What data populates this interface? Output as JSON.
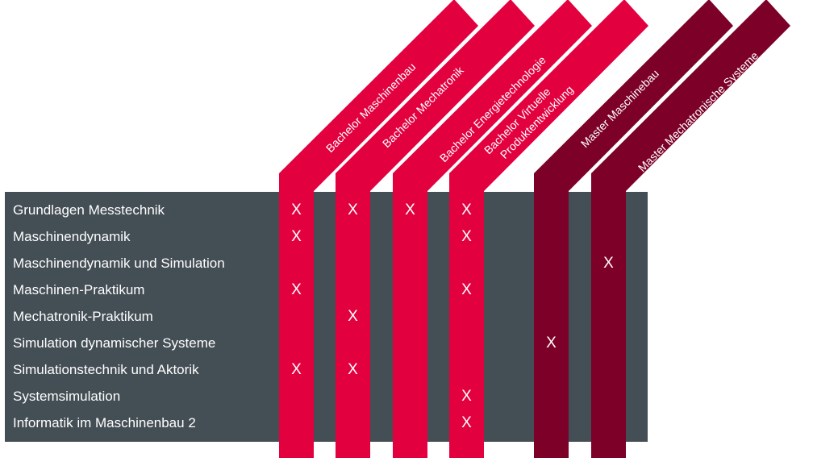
{
  "colors": {
    "panel": "#444e55",
    "bachelor": "#e3003f",
    "master": "#7c0028",
    "text": "#ffffff"
  },
  "courses": [
    "Grundlagen Messtechnik",
    "Maschinendynamik",
    "Maschinendynamik und Simulation",
    "Maschinen-Praktikum",
    "Mechatronik-Praktikum",
    "Simulation dynamischer Systeme",
    "Simulationstechnik und Aktorik",
    "Systemsimulation",
    "Informatik im Maschinenbau 2"
  ],
  "programs": [
    {
      "label_lines": [
        "Bachelor Maschinenbau"
      ],
      "level": "bachelor",
      "marked_courses": [
        0,
        1,
        3,
        6
      ]
    },
    {
      "label_lines": [
        "Bachelor Mechatronik"
      ],
      "level": "bachelor",
      "marked_courses": [
        0,
        4,
        6
      ]
    },
    {
      "label_lines": [
        "Bachelor Energietechnologie"
      ],
      "level": "bachelor",
      "marked_courses": [
        0
      ]
    },
    {
      "label_lines": [
        "Bachelor Virtuelle",
        "Produktentwicklung"
      ],
      "level": "bachelor",
      "marked_courses": [
        0,
        1,
        3,
        7,
        8
      ]
    },
    {
      "label_lines": [
        "Master Maschinebau"
      ],
      "level": "master",
      "marked_courses": [
        5
      ]
    },
    {
      "label_lines": [
        "Master Mechatronische Systeme"
      ],
      "level": "master",
      "marked_courses": [
        2
      ]
    }
  ],
  "mark_symbol": "X"
}
